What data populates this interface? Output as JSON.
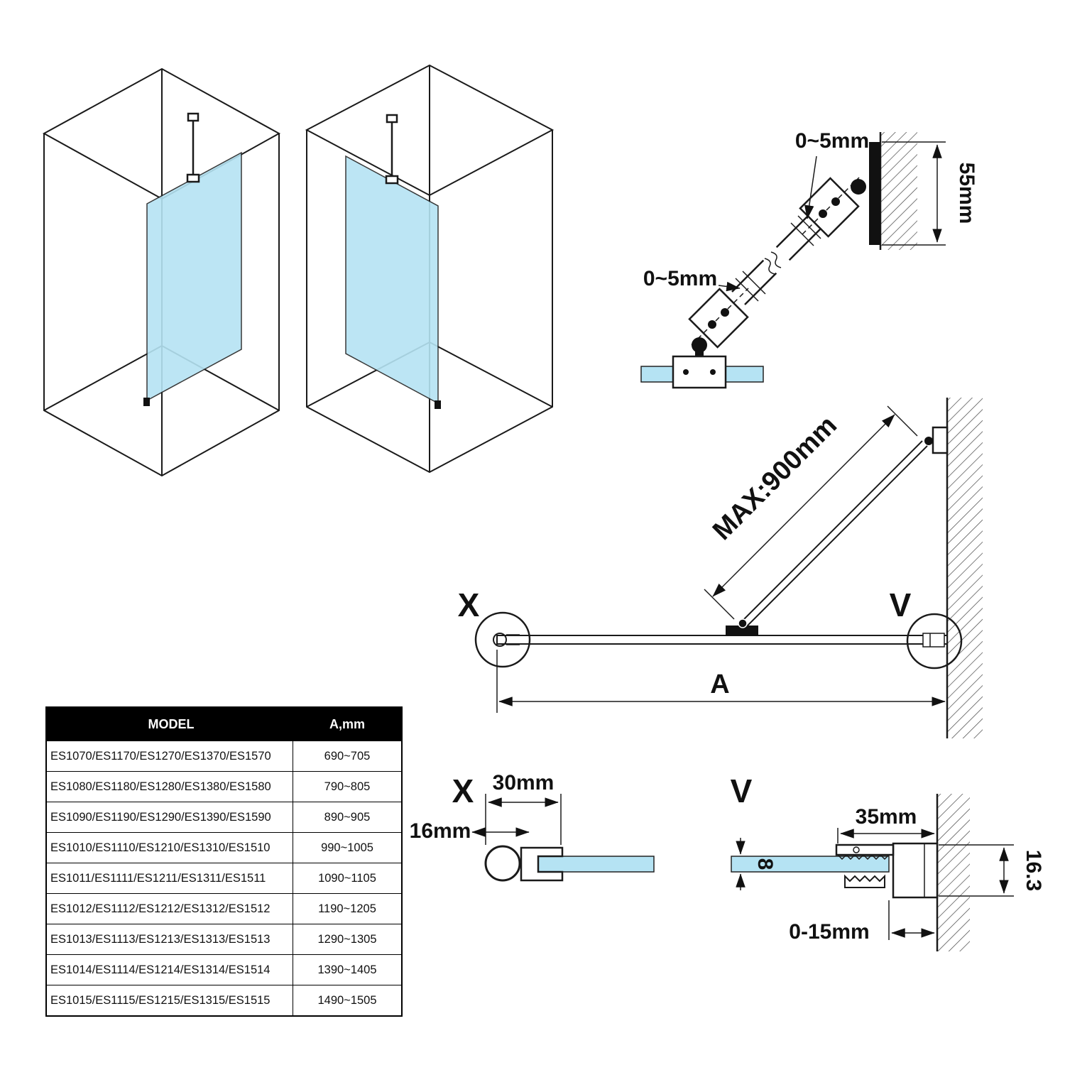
{
  "colors": {
    "glass": "#b5e3f3",
    "line": "#1a1a1a",
    "table_header_bg": "#000000",
    "table_header_text": "#ffffff"
  },
  "bracket_detail": {
    "gap_top_label": "0~5mm",
    "gap_bottom_label": "0~5mm",
    "plate_height_label": "55mm"
  },
  "side_view": {
    "max_label": "MAX:900mm",
    "detail_x_marker": "X",
    "detail_v_marker": "V",
    "width_label": "A"
  },
  "detail_x": {
    "title": "X",
    "top_width_label": "30mm",
    "left_width_label": "16mm"
  },
  "detail_v": {
    "title": "V",
    "top_width_label": "35mm",
    "height_label": "16.3",
    "glass_thickness_label": "8",
    "gap_label": "0-15mm"
  },
  "table": {
    "headers": [
      "MODEL",
      "A,mm"
    ],
    "rows": [
      [
        "ES1070/ES1170/ES1270/ES1370/ES1570",
        "690~705"
      ],
      [
        "ES1080/ES1180/ES1280/ES1380/ES1580",
        "790~805"
      ],
      [
        "ES1090/ES1190/ES1290/ES1390/ES1590",
        "890~905"
      ],
      [
        "ES1010/ES1110/ES1210/ES1310/ES1510",
        "990~1005"
      ],
      [
        "ES1011/ES1111/ES1211/ES1311/ES1511",
        "1090~1105"
      ],
      [
        "ES1012/ES1112/ES1212/ES1312/ES1512",
        "1190~1205"
      ],
      [
        "ES1013/ES1113/ES1213/ES1313/ES1513",
        "1290~1305"
      ],
      [
        "ES1014/ES1114/ES1214/ES1314/ES1514",
        "1390~1405"
      ],
      [
        "ES1015/ES1115/ES1215/ES1315/ES1515",
        "1490~1505"
      ]
    ]
  }
}
